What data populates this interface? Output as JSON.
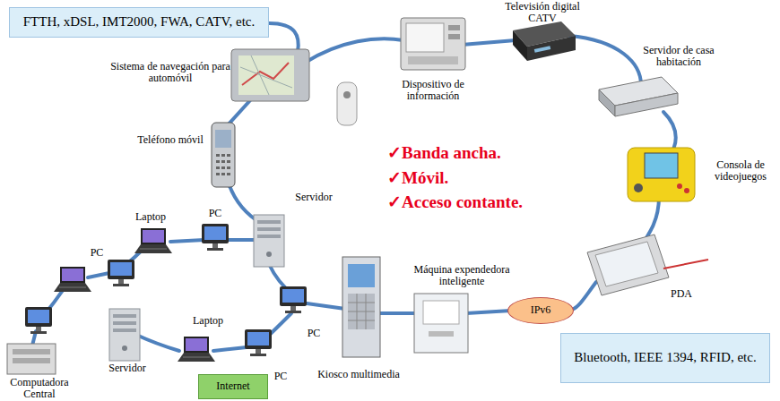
{
  "diagram": {
    "nodes": [
      {
        "text": [
          "FTTH, xDSL, IMT2000, FWA, CATV, etc."
        ]
      },
      {
        "text": [
          "IPv6"
        ]
      },
      {
        "text": [
          "Bluetooth, IEEE 1394, RFID, etc."
        ]
      },
      {
        "text": [
          "Internet"
        ]
      }
    ],
    "labels": [
      "Televisión digital CATV",
      "Servidor de casa habitación",
      "Sistema de navegación para automóvil",
      "Dispositivo de información",
      "Teléfono móvil",
      "✓Banda ancha.",
      "Consola de videojuegos",
      "✓Móvil.",
      "Servidor",
      "✓Acceso contante.",
      "PC",
      "Laptop",
      "PC",
      "Máquina expendedora inteligente",
      "PDA",
      "Laptop",
      "PC",
      "Servidor",
      "Kiosco multimedia",
      "PC",
      "Computadora Central"
    ]
  }
}
